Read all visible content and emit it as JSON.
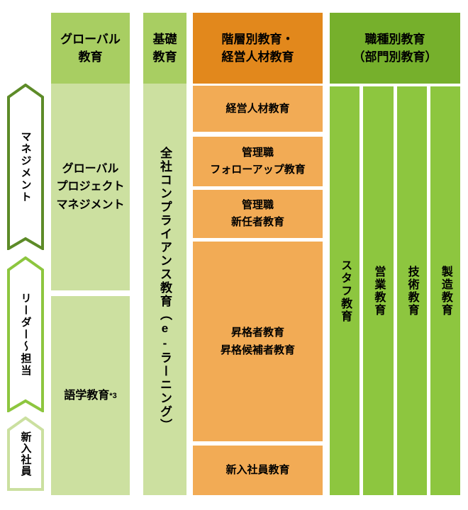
{
  "levels": {
    "management": "マネジメント",
    "leader": "リーダー～担当",
    "new_employee": "新入社員"
  },
  "global_education": {
    "header": "グローバル\n教育",
    "item_project": "グローバル\nプロジェクト\nマネジメント",
    "item_language_label": "語学教育",
    "item_language_note": "*3"
  },
  "basic_education": {
    "header": "基礎\n教育",
    "body_part1": "全社コンプライアンス教育（",
    "body_part2": "e-",
    "body_part3": "ラーニング）"
  },
  "hierarchy_education": {
    "header": "階層別教育・\n経営人材教育",
    "box_executive": "経営人材教育",
    "box_manager_followup": "管理職\nフォローアップ教育",
    "box_manager_new": "管理職\n新任者教育",
    "box_promotion": "昇格者教育\n昇格候補者教育",
    "box_new_employee": "新入社員教育"
  },
  "job_education": {
    "header": "職種別教育\n（部門別教育）",
    "col_staff": "スタフ教育",
    "col_sales": "営業教育",
    "col_technical": "技術教育",
    "col_manufacturing": "製造教育"
  },
  "colors": {
    "green_header": "#a8ce62",
    "green_body": "#cce0a0",
    "orange_header": "#e2881c",
    "orange_body": "#f2ab55",
    "job_header": "#76b02c",
    "job_body": "#8dc63f",
    "chevron_management_border": "#5d8b28",
    "chevron_leader_border": "#8dc63f",
    "chevron_new_employee_border": "#cbe0a0",
    "chevron_fill": "#ffffff",
    "text": "#000000",
    "background": "#ffffff"
  }
}
